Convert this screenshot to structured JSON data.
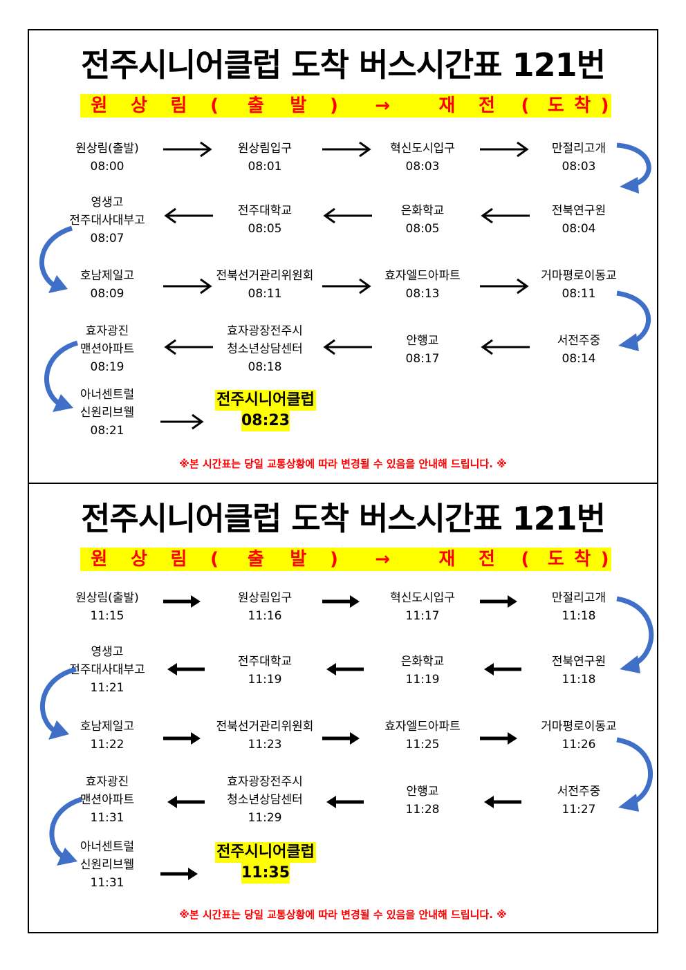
{
  "panels": [
    {
      "title": "전주시니어클럽 도착 버스시간표 121번",
      "route": [
        "원",
        "상",
        "림",
        "(",
        "출",
        "발",
        ")",
        "→",
        "재",
        "전",
        "(",
        "도",
        "착",
        ")"
      ],
      "stops": [
        {
          "name": "원상림(출발)",
          "time": "08:00"
        },
        {
          "name": "원상림입구",
          "time": "08:01"
        },
        {
          "name": "혁신도시입구",
          "time": "08:03"
        },
        {
          "name": "만절리고개",
          "time": "08:03"
        },
        {
          "name": "전북연구원",
          "time": "08:04"
        },
        {
          "name": "은화학교",
          "time": "08:05"
        },
        {
          "name": "전주대학교",
          "time": "08:05"
        },
        {
          "name": "영생고\n전주대사대부고",
          "time": "08:07"
        },
        {
          "name": "호남제일고",
          "time": "08:09"
        },
        {
          "name": "전북선거관리위원회",
          "time": "08:11"
        },
        {
          "name": "효자엘드아파트",
          "time": "08:13"
        },
        {
          "name": "거마평로이동교",
          "time": "08:11"
        },
        {
          "name": "서전주중",
          "time": "08:14"
        },
        {
          "name": "안행교",
          "time": "08:17"
        },
        {
          "name": "효자광장전주시\n청소년상담센터",
          "time": "08:18"
        },
        {
          "name": "효자광진\n맨션아파트",
          "time": "08:19"
        },
        {
          "name": "아너센트럴\n신원리브웰",
          "time": "08:21"
        }
      ],
      "final_stop": {
        "name": "전주시니어클럽",
        "time": "08:23"
      },
      "notice": "※본 시간표는 당일 교통상황에 따라 변경될 수 있음을 안내해 드립니다. ※"
    },
    {
      "title": "전주시니어클럽 도착 버스시간표 121번",
      "route": [
        "원",
        "상",
        "림",
        "(",
        "출",
        "발",
        ")",
        "→",
        "재",
        "전",
        "(",
        "도",
        "착",
        ")"
      ],
      "stops": [
        {
          "name": "원상림(출발)",
          "time": "11:15"
        },
        {
          "name": "원상림입구",
          "time": "11:16"
        },
        {
          "name": "혁신도시입구",
          "time": "11:17"
        },
        {
          "name": "만절리고개",
          "time": "11:18"
        },
        {
          "name": "전북연구원",
          "time": "11:18"
        },
        {
          "name": "은화학교",
          "time": "11:19"
        },
        {
          "name": "전주대학교",
          "time": "11:19"
        },
        {
          "name": "영생고\n전주대사대부고",
          "time": "11:21"
        },
        {
          "name": "호남제일고",
          "time": "11:22"
        },
        {
          "name": "전북선거관리위원회",
          "time": "11:23"
        },
        {
          "name": "효자엘드아파트",
          "time": "11:25"
        },
        {
          "name": "거마평로이동교",
          "time": "11:26"
        },
        {
          "name": "서전주중",
          "time": "11:27"
        },
        {
          "name": "안행교",
          "time": "11:28"
        },
        {
          "name": "효자광장전주시\n청소년상담센터",
          "time": "11:29"
        },
        {
          "name": "효자광진\n맨션아파트",
          "time": "11:31"
        },
        {
          "name": "아너센트럴\n신원리브웰",
          "time": "11:31"
        }
      ],
      "final_stop": {
        "name": "전주시니어클럽",
        "time": "11:35"
      },
      "notice": "※본 시간표는 당일 교통상황에 따라 변경될 수 있음을 안내해 드립니다. ※"
    }
  ],
  "colors": {
    "highlight": "#ffff00",
    "route_text": "#ff0000",
    "notice_text": "#ff0000",
    "curve_arrow": "#3f6fc7"
  }
}
